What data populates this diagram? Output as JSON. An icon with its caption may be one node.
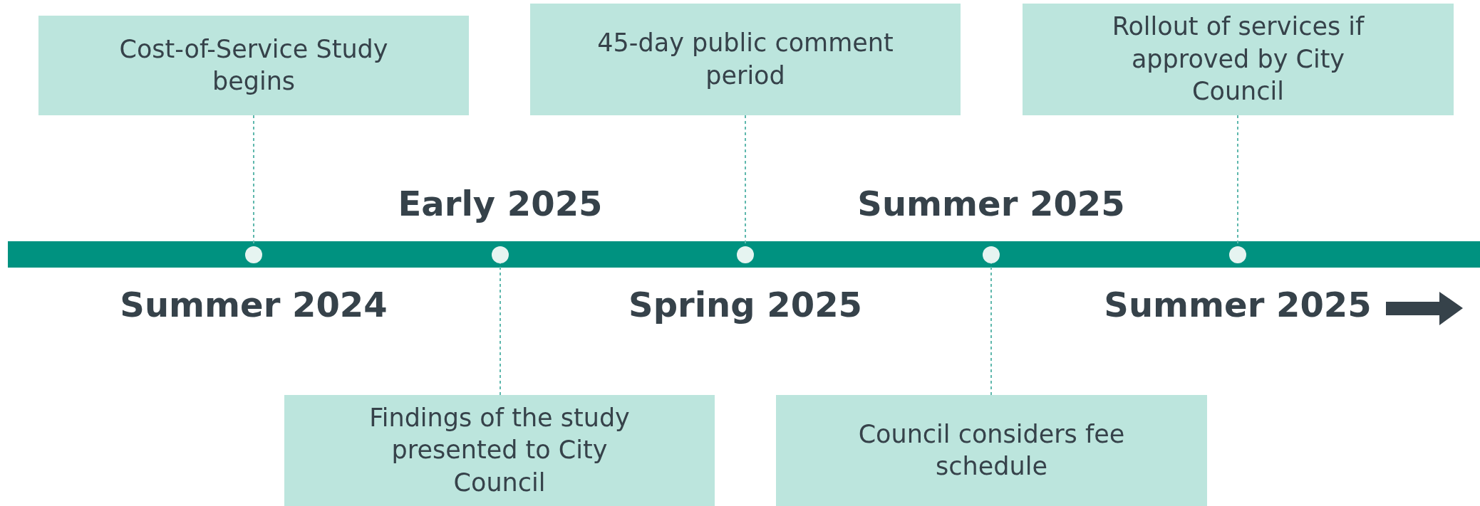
{
  "diagram": {
    "nodes": [
      {
        "text": [
          "Cost-of-Service Study begins"
        ]
      },
      {
        "text": [
          "Findings of the study presented to City Council"
        ]
      },
      {
        "text": [
          "45-day public comment period"
        ]
      },
      {
        "text": [
          "Council considers fee schedule"
        ]
      },
      {
        "text": [
          "Rollout of services if approved by City Council"
        ]
      },
      {
        "text": [],
        "shape": "circle",
        "beside": [
          "Summer 2024"
        ]
      },
      {
        "text": [],
        "shape": "circle",
        "beside": [
          "Early 2025"
        ]
      },
      {
        "text": [],
        "shape": "circle",
        "beside": [
          "Spring 2025"
        ]
      },
      {
        "text": [],
        "shape": "circle",
        "beside": [
          "Summer 2025"
        ]
      },
      {
        "text": [],
        "shape": "circle",
        "beside": [
          "Summer 2025"
        ]
      }
    ],
    "edges": [
      {
        "from": 0,
        "to": 5,
        "arrow": "none",
        "style": "dashed"
      },
      {
        "from": 1,
        "to": 6,
        "arrow": "none",
        "style": "dashed"
      },
      {
        "from": 2,
        "to": 7,
        "arrow": "none",
        "style": "dashed"
      },
      {
        "from": 3,
        "to": 8,
        "arrow": "none",
        "style": "dashed"
      },
      {
        "from": 4,
        "to": 9,
        "arrow": "none",
        "style": "dashed"
      }
    ]
  }
}
